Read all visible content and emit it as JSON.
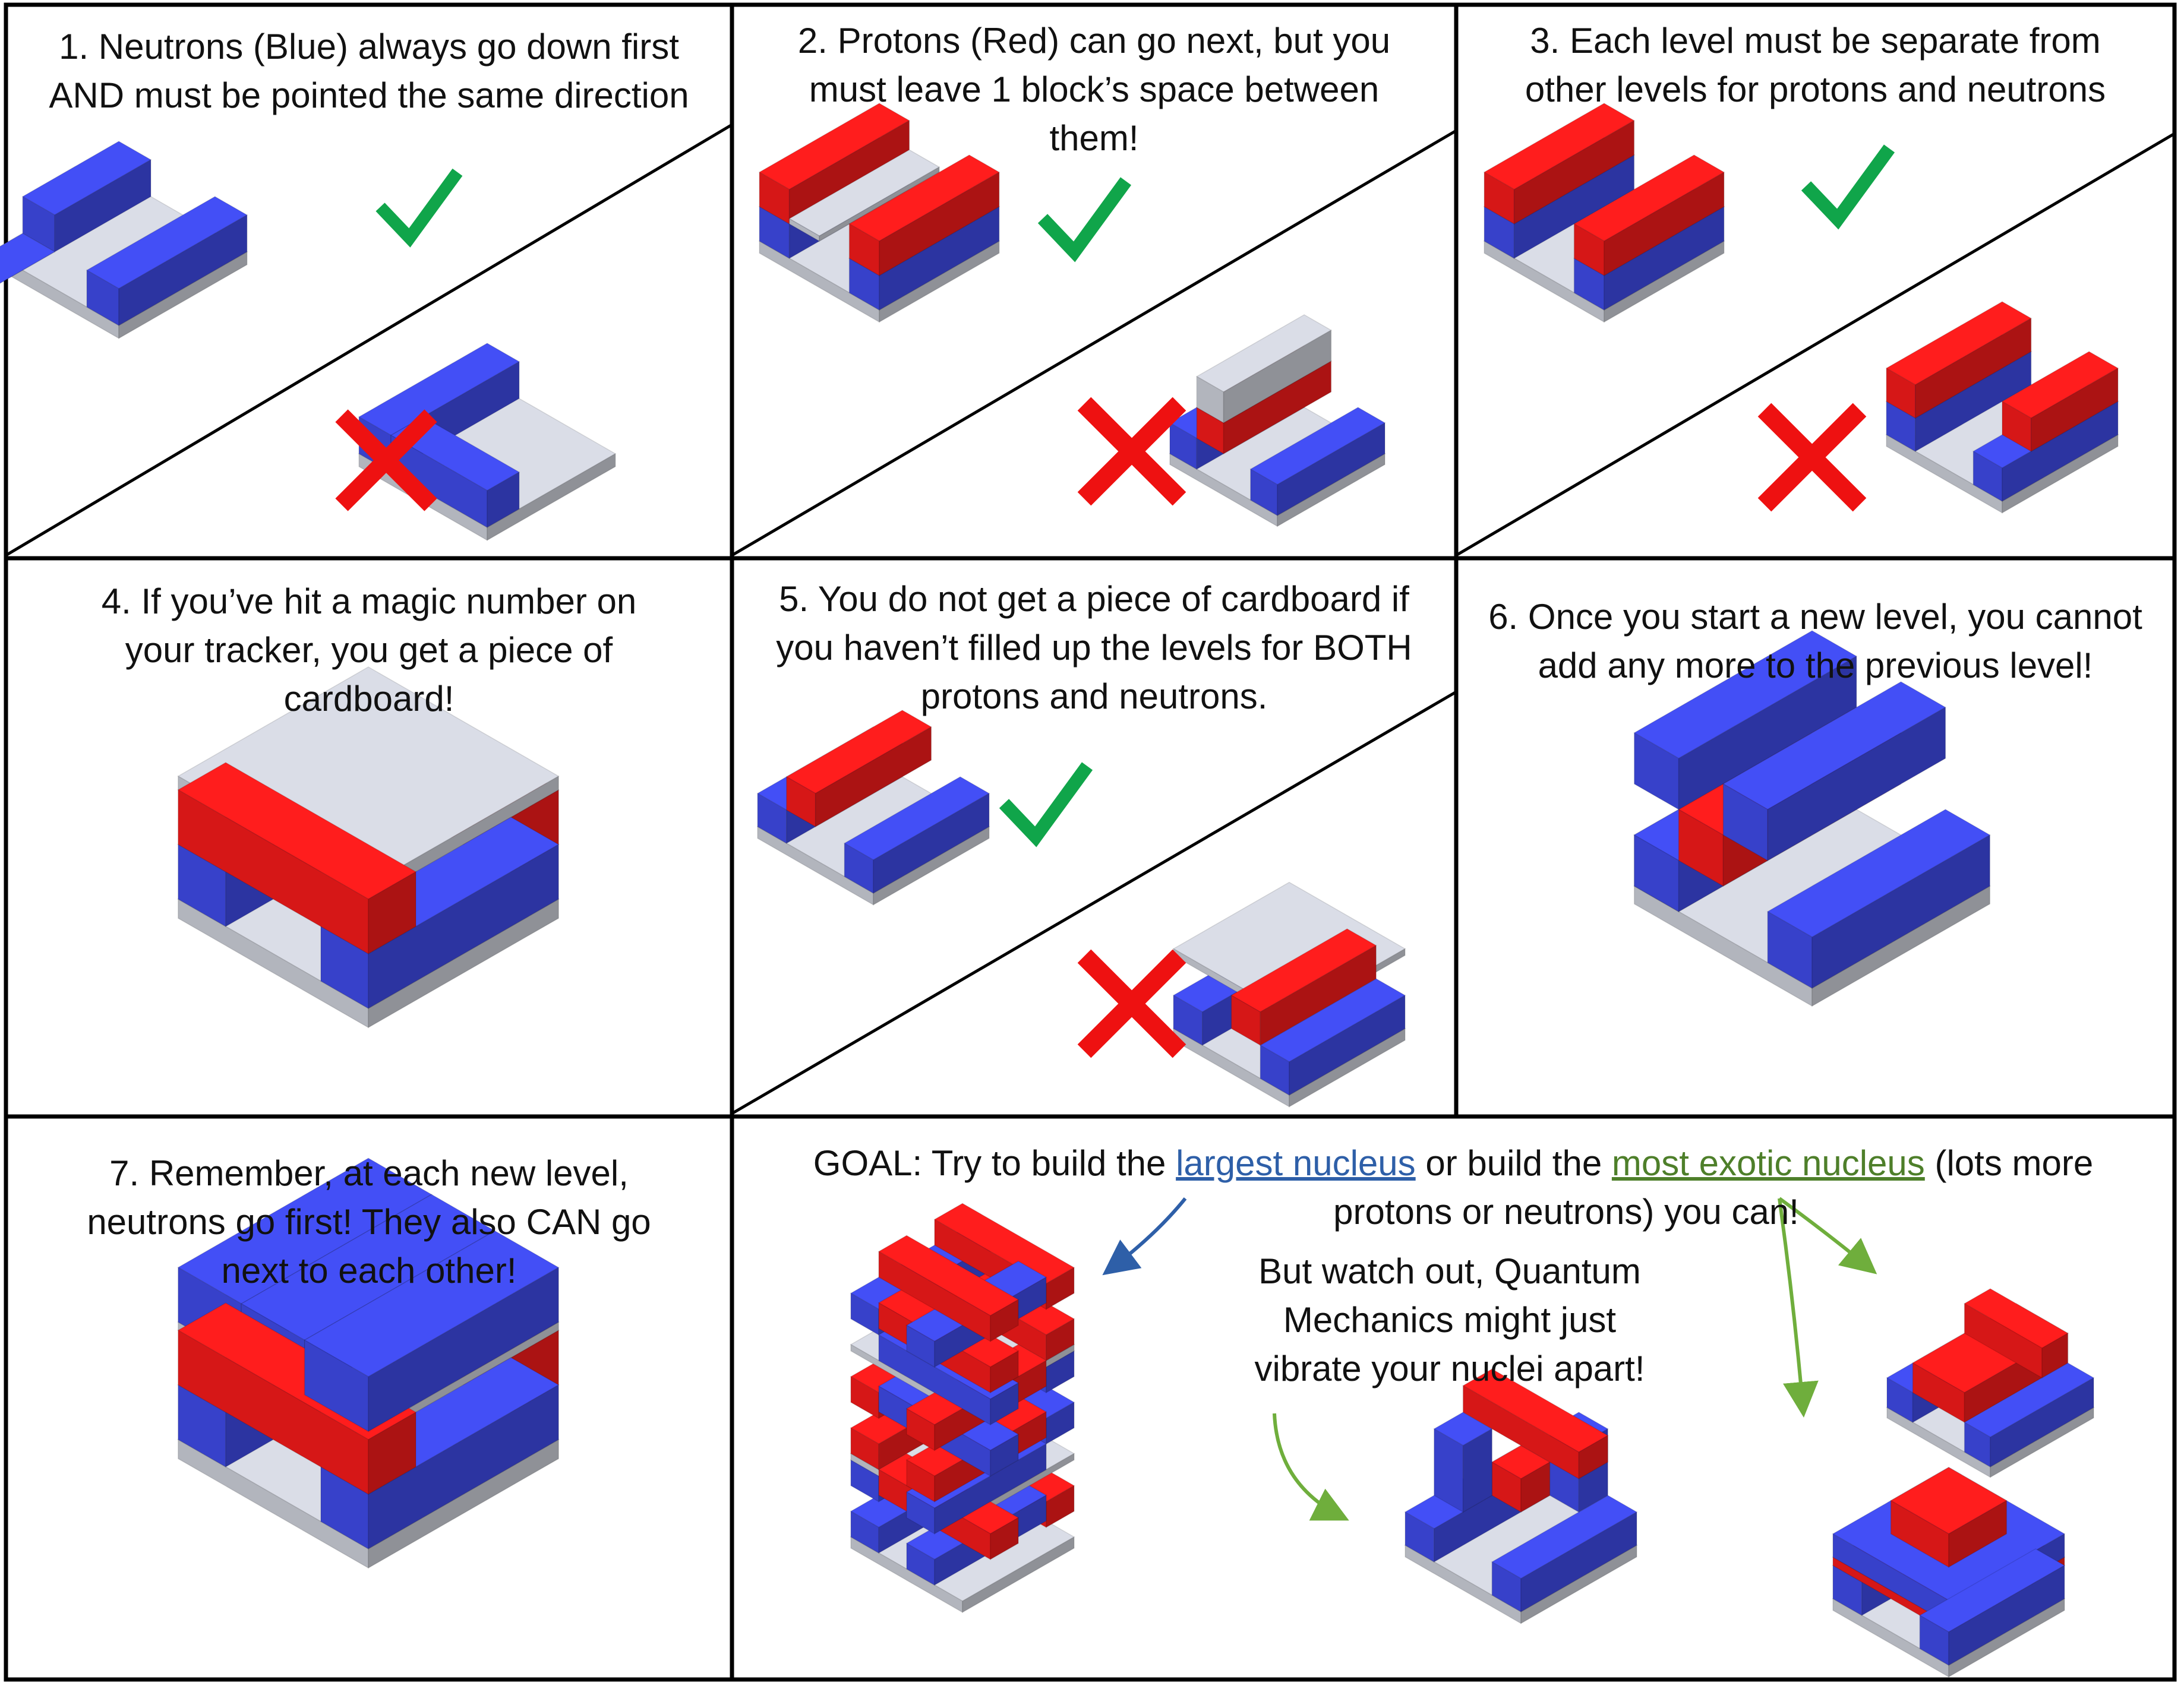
{
  "rules": [
    {
      "id": "rule1",
      "lines": [
        "1. Neutrons (Blue) always go down first",
        "AND must be pointed the same direction"
      ]
    },
    {
      "id": "rule2",
      "lines": [
        "2. Protons (Red) can go next, but you",
        "must leave 1 block’s space between",
        "them!"
      ]
    },
    {
      "id": "rule3",
      "lines": [
        "3. Each level must be separate from",
        "other levels for protons and neutrons"
      ]
    },
    {
      "id": "rule4",
      "lines": [
        "4. If you’ve hit a magic number on",
        "your tracker, you get a piece of",
        "cardboard!"
      ]
    },
    {
      "id": "rule5",
      "lines": [
        "5. You do not get a piece of cardboard if",
        "you haven’t filled up the levels for BOTH",
        "protons and neutrons."
      ]
    },
    {
      "id": "rule6",
      "lines": [
        "6. Once you start a new level, you cannot",
        "add any more to the previous level!"
      ]
    },
    {
      "id": "rule7",
      "lines": [
        "7. Remember, at each new level,",
        "neutrons go first! They also CAN go",
        "next to each other!"
      ]
    }
  ],
  "goal": {
    "prefix": "GOAL: Try to build the ",
    "largest": "largest nucleus",
    "middle": " or build the ",
    "exotic": "most exotic nucleus",
    "suffix": " (lots more",
    "line2": "protons or neutrons) you can!",
    "warning": [
      "But watch out, Quantum",
      "Mechanics might just",
      "vibrate your nuclei apart!"
    ]
  },
  "colors": {
    "neutron": "#3d48e0",
    "proton": "#ee1a1a",
    "cardboard": "#c6c9d2",
    "check": "#10a54a",
    "cross": "#ee1111",
    "largest_link": "#2e5fa8",
    "exotic_link": "#4e7f2a"
  },
  "icons": [
    "check-icon",
    "cross-icon",
    "arrow-icon"
  ]
}
